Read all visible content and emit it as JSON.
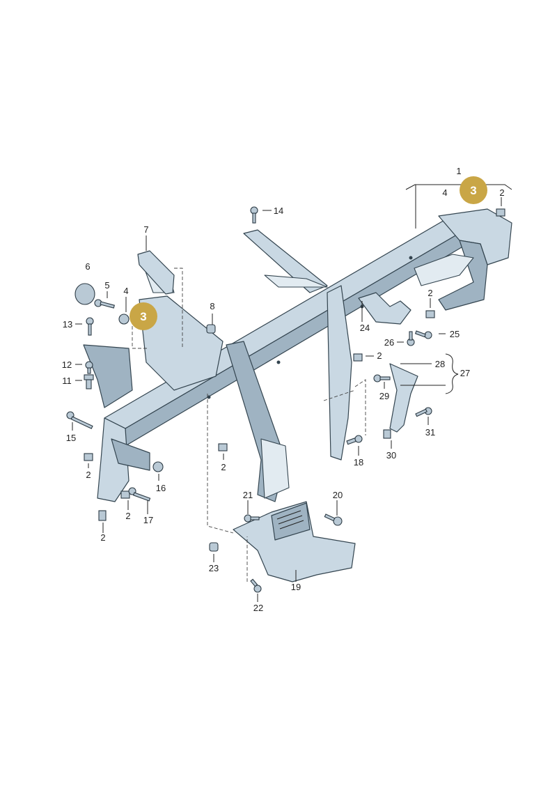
{
  "callouts": {
    "c1": "1",
    "c4_top": "4",
    "c2_top": "2",
    "c14": "14",
    "c7": "7",
    "c6": "6",
    "c5": "5",
    "c4_left": "4",
    "c8": "8",
    "c13": "13",
    "c12": "12",
    "c11": "11",
    "c2_right_mid": "2",
    "c24": "24",
    "c25": "25",
    "c26": "26",
    "c2_mid": "2",
    "c28": "28",
    "c27": "27",
    "c29": "29",
    "c15": "15",
    "c2_l1": "2",
    "c16": "16",
    "c2_center": "2",
    "c18": "18",
    "c30": "30",
    "c31": "31",
    "c2_l2": "2",
    "c17": "17",
    "c2_l3": "2",
    "c21": "21",
    "c20": "20",
    "c23": "23",
    "c19": "19",
    "c22": "22"
  },
  "badges": {
    "top": "3",
    "left": "3"
  },
  "colors": {
    "badge": "#c9a646",
    "part": "#c9d8e3",
    "outline": "#33444f"
  }
}
